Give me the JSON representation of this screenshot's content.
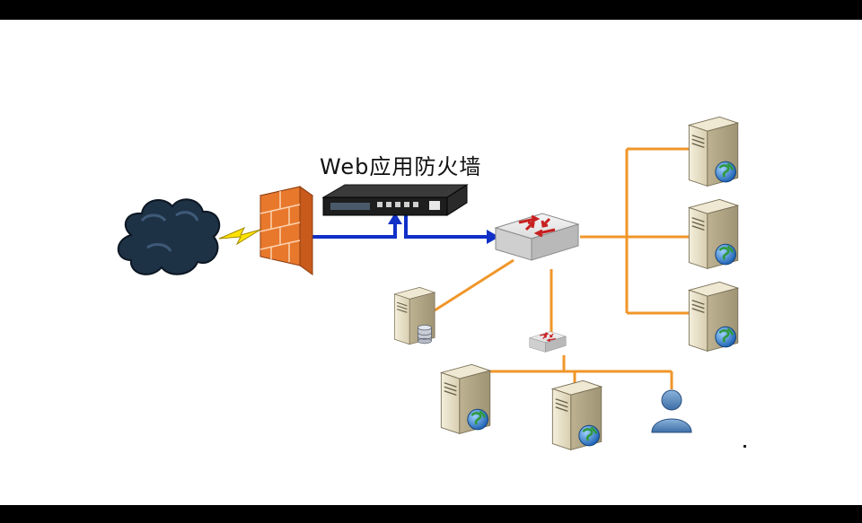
{
  "diagram": {
    "title": "Web应用防火墙"
  },
  "colors": {
    "frame": "#000000",
    "background": "#ffffff",
    "wan_link": "#1030c8",
    "lan_link": "#f0962a",
    "firewall_brick": "#e8782c",
    "cloud": "#1e3246"
  },
  "nodes": [
    {
      "id": "internet",
      "icon": "cloud-icon"
    },
    {
      "id": "firewall",
      "icon": "brick-wall-firewall-icon"
    },
    {
      "id": "waf-appliance",
      "icon": "rack-appliance-icon"
    },
    {
      "id": "core-switch",
      "icon": "switch-icon"
    },
    {
      "id": "web-server-1",
      "icon": "web-server-icon"
    },
    {
      "id": "web-server-2",
      "icon": "web-server-icon"
    },
    {
      "id": "web-server-3",
      "icon": "web-server-icon"
    },
    {
      "id": "database-server",
      "icon": "database-server-icon"
    },
    {
      "id": "access-switch",
      "icon": "switch-icon"
    },
    {
      "id": "web-server-4",
      "icon": "web-server-icon"
    },
    {
      "id": "web-server-5",
      "icon": "web-server-icon"
    },
    {
      "id": "user",
      "icon": "user-icon"
    }
  ]
}
